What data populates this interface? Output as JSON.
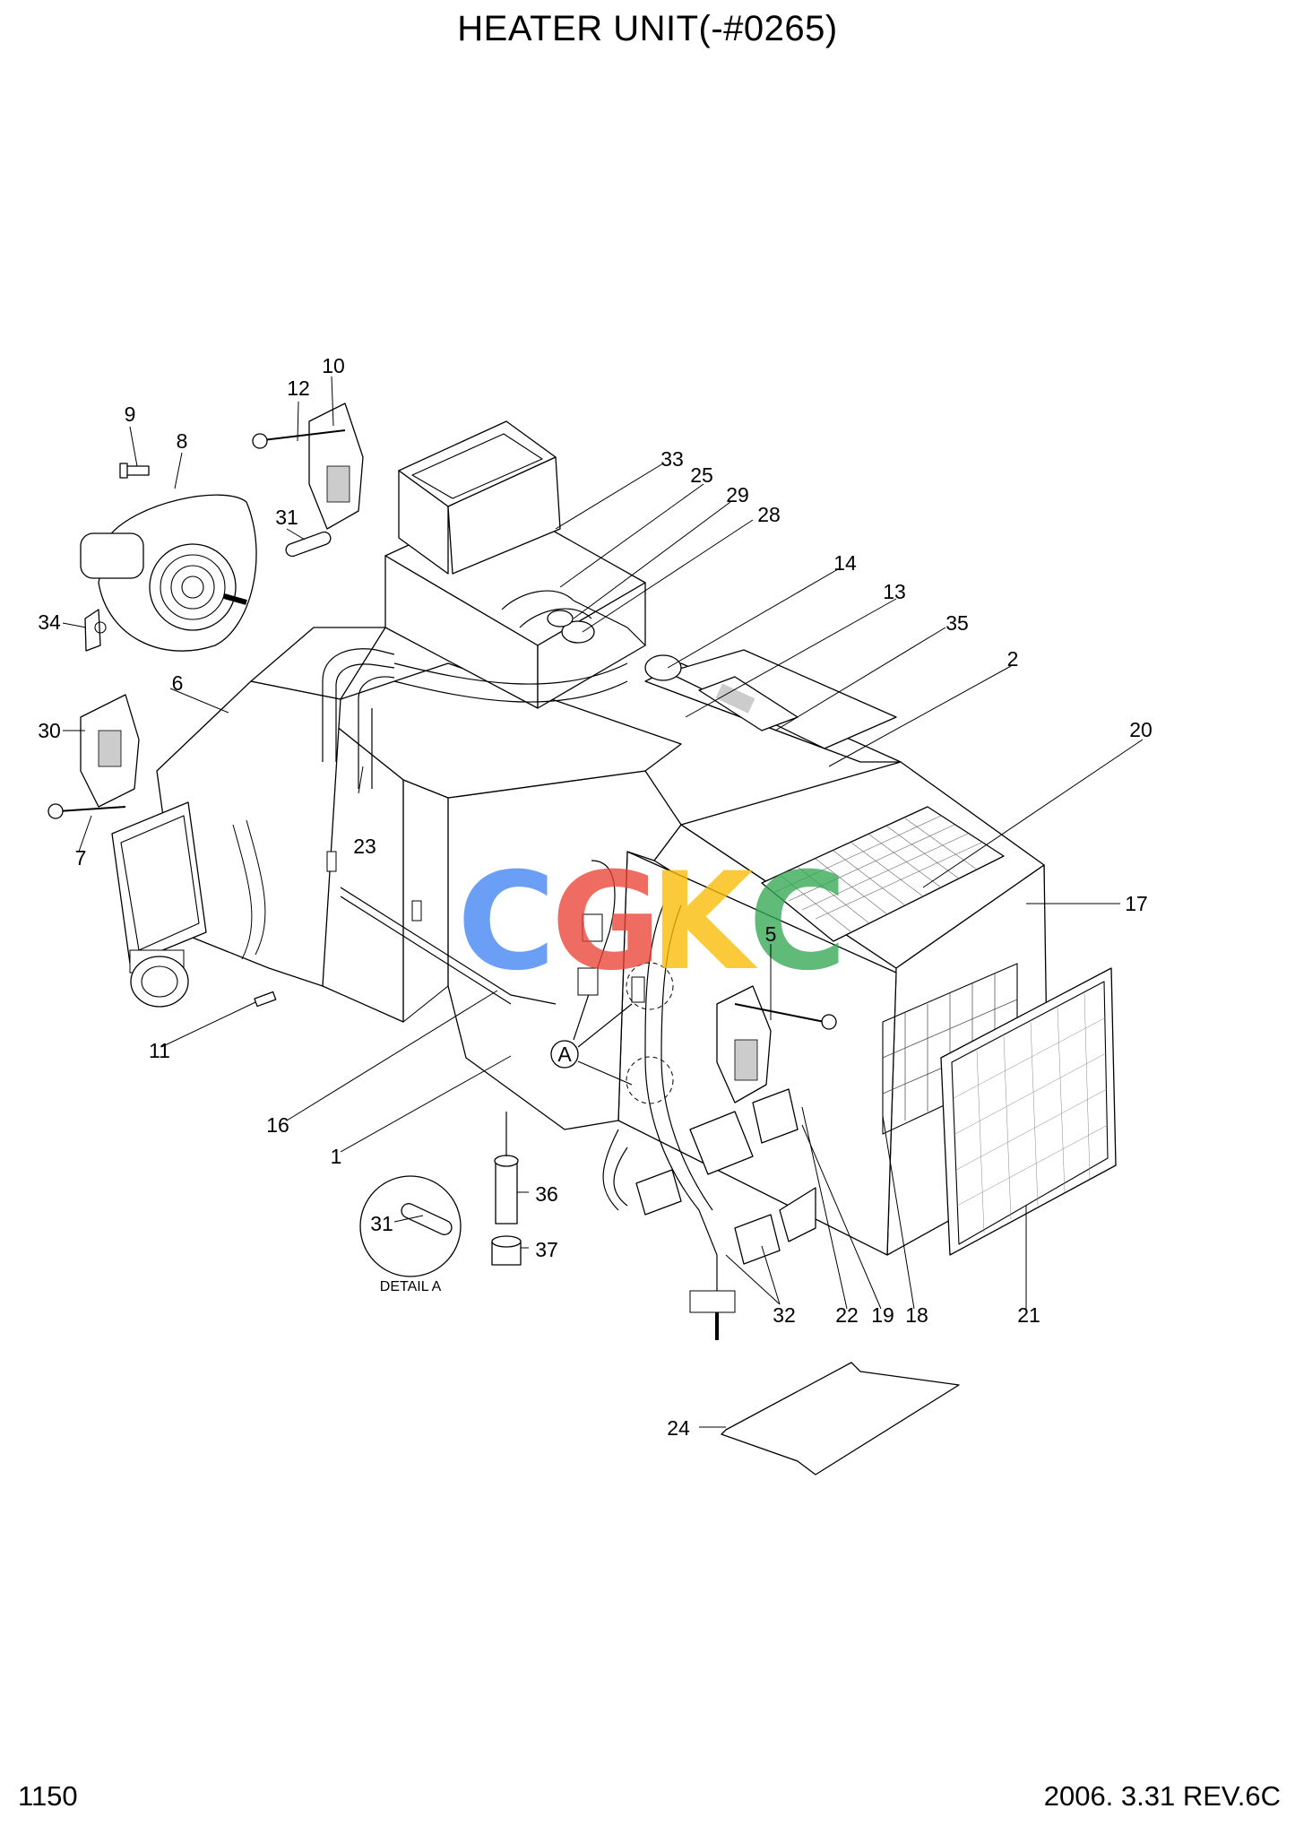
{
  "title": "HEATER UNIT(-#0265)",
  "page_number": "1150",
  "revision": "2006. 3.31  REV.6C",
  "detail_label": "DETAIL A",
  "detail_marker": "A",
  "watermark": {
    "letters": [
      "C",
      "G",
      "K",
      "C"
    ],
    "colors": [
      "#4285F4",
      "#EA4335",
      "#FBBC05",
      "#34A853"
    ]
  },
  "callouts": {
    "c1": "1",
    "c2": "2",
    "c5": "5",
    "c6": "6",
    "c7": "7",
    "c8": "8",
    "c9": "9",
    "c10": "10",
    "c11": "11",
    "c12": "12",
    "c13": "13",
    "c14": "14",
    "c16": "16",
    "c17": "17",
    "c18": "18",
    "c19": "19",
    "c20": "20",
    "c21": "21",
    "c22": "22",
    "c23": "23",
    "c24": "24",
    "c25": "25",
    "c28": "28",
    "c29": "29",
    "c30": "30",
    "c31": "31",
    "c31b": "31",
    "c32": "32",
    "c33": "33",
    "c34": "34",
    "c35": "35",
    "c36": "36",
    "c37": "37"
  }
}
